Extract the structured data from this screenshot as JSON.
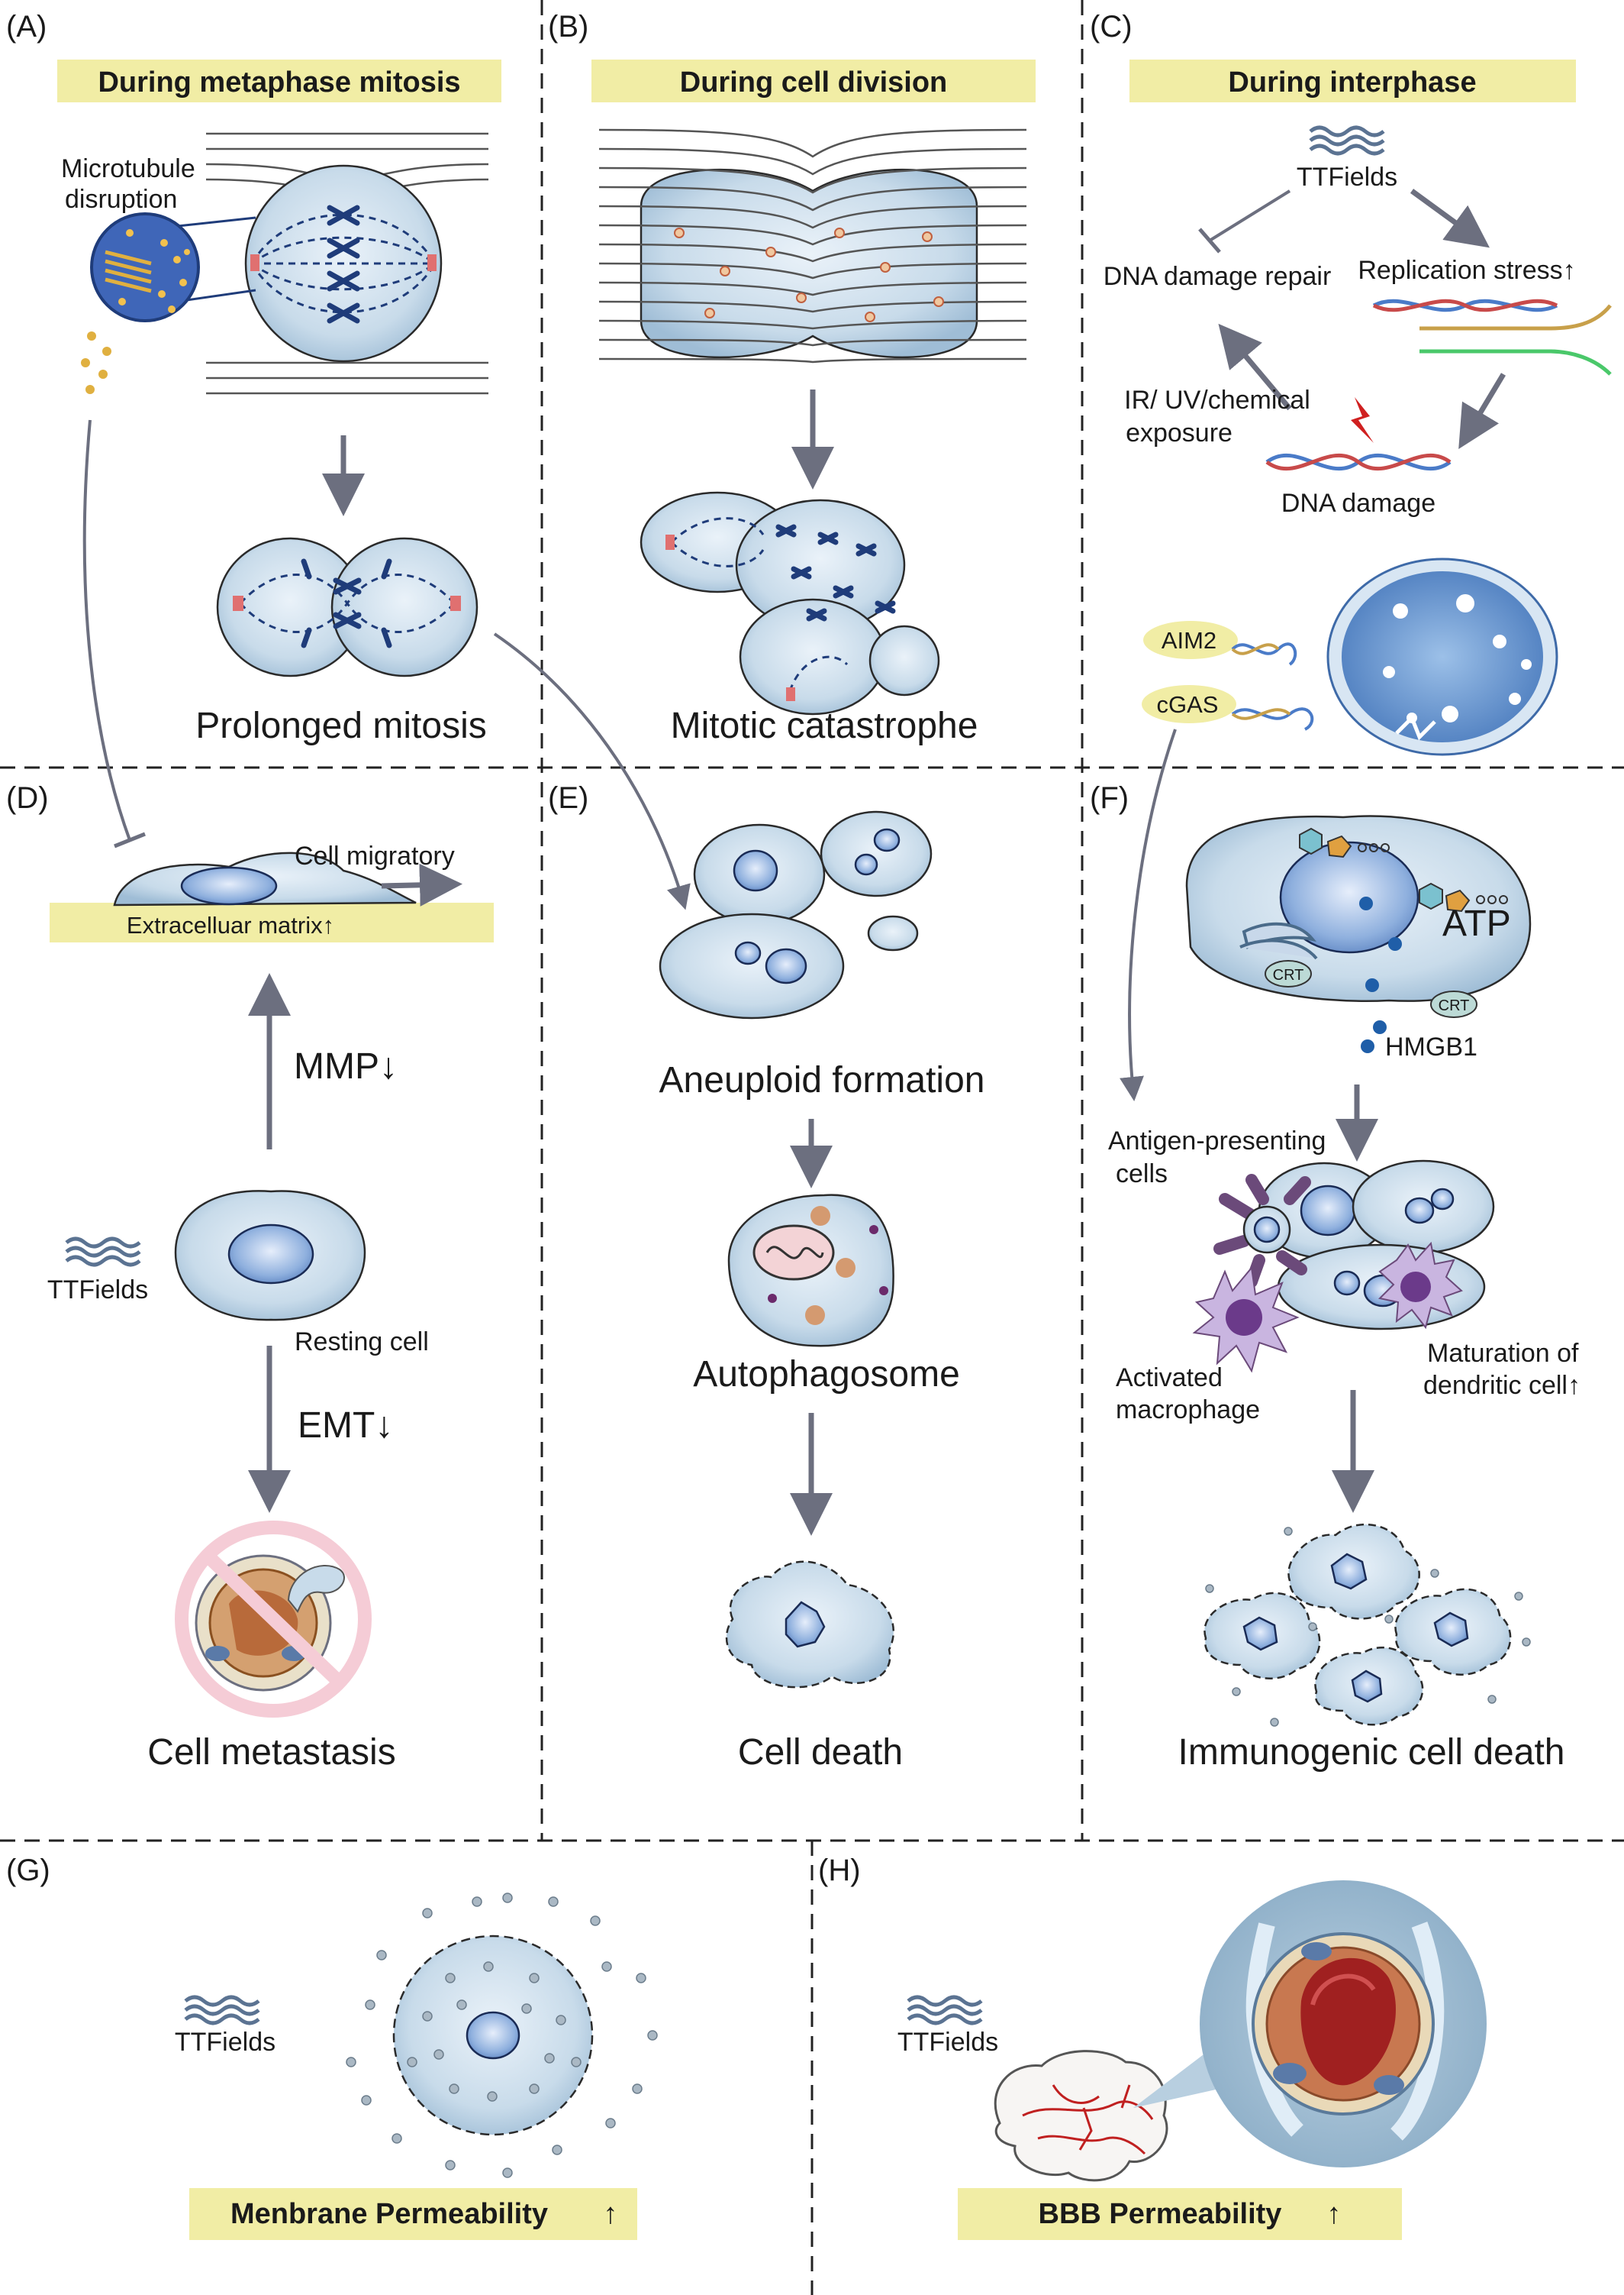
{
  "panels": {
    "A": {
      "label": "(A)",
      "title": "During metaphase mitosis",
      "inset_label_1": "Microtubule",
      "inset_label_2": "disruption",
      "caption": "Prolonged mitosis"
    },
    "B": {
      "label": "(B)",
      "title": "During cell division",
      "caption": "Mitotic catastrophe"
    },
    "C": {
      "label": "(C)",
      "title": "During interphase",
      "ttfields": "TTFields",
      "dna_repair": "DNA damage repair",
      "replication_stress": "Replication stress↑",
      "exposure_1": "IR/ UV/chemical",
      "exposure_2": "exposure",
      "dna_damage": "DNA damage",
      "aim2": "AIM2",
      "cgas": "cGAS"
    },
    "D": {
      "label": "(D)",
      "cell_migratory": "Cell migratory",
      "ecm": "Extracelluar matrix↑",
      "mmp": "MMP↓",
      "ttfields": "TTFields",
      "resting_cell": "Resting cell",
      "emt": "EMT↓",
      "caption": "Cell metastasis"
    },
    "E": {
      "label": "(E)",
      "aneuploid": "Aneuploid formation",
      "autophagosome": "Autophagosome",
      "caption": "Cell death"
    },
    "F": {
      "label": "(F)",
      "atp": "ATP",
      "crt_1": "CRT",
      "crt_2": "CRT",
      "hmgb1": "HMGB1",
      "apc_1": "Antigen-presenting",
      "apc_2": "cells",
      "macrophage_1": "Activated",
      "macrophage_2": "macrophage",
      "dc_1": "Maturation of",
      "dc_2": "dendritic cell↑",
      "caption": "Immunogenic cell death"
    },
    "G": {
      "label": "(G)",
      "ttfields": "TTFields",
      "banner": "Menbrane Permeability",
      "arrow": "↑"
    },
    "H": {
      "label": "(H)",
      "ttfields": "TTFields",
      "banner": "BBB Permeability",
      "arrow": "↑"
    }
  },
  "colors": {
    "banner": "#f1eda5",
    "arrow": "#6c6f7f",
    "chromosome": "#1f3c7a",
    "cell": "#c9dcec",
    "nucleus": "#7da3d8"
  }
}
